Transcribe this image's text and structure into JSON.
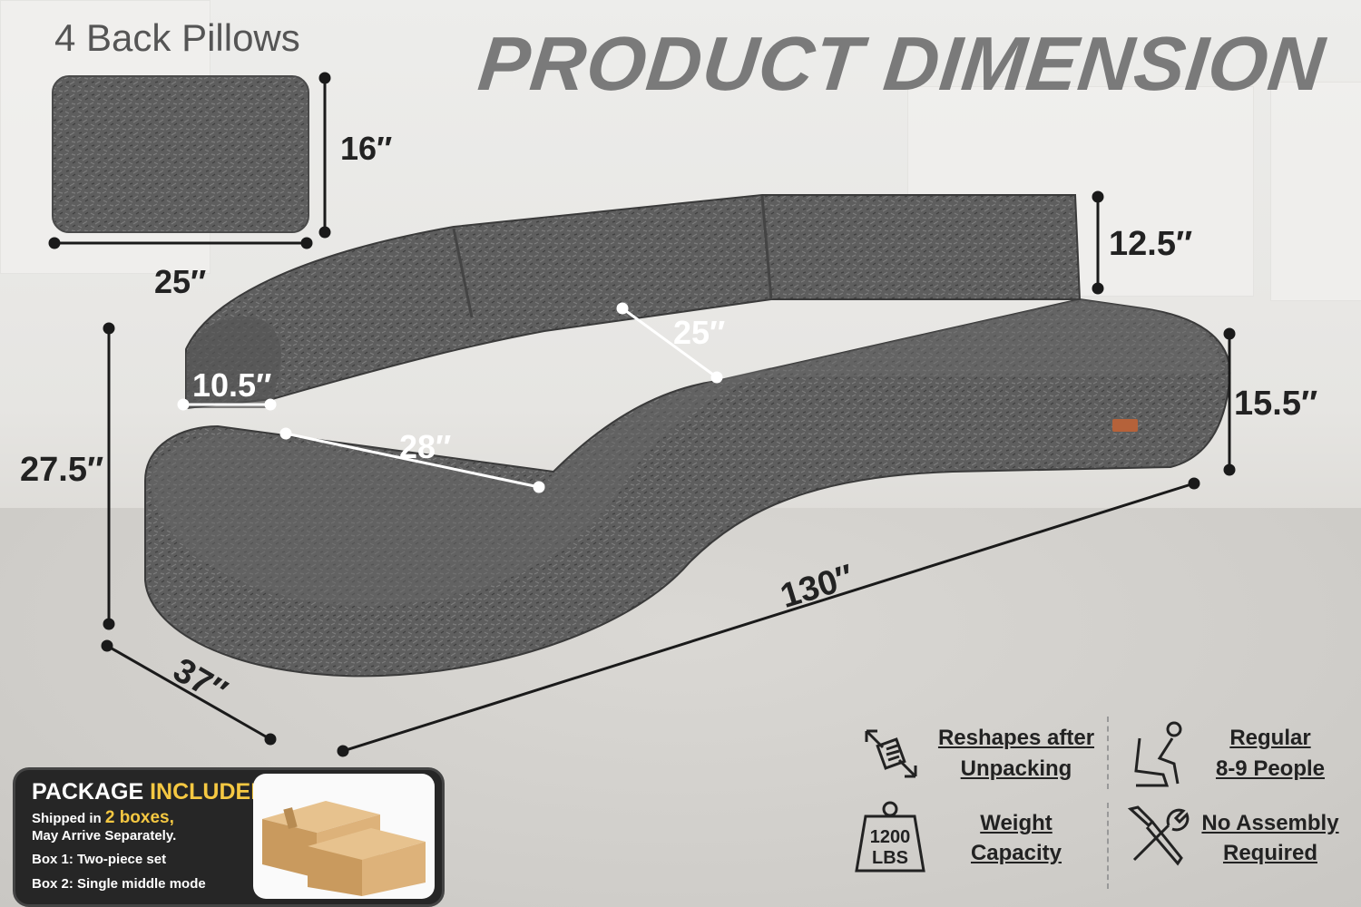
{
  "title": "PRODUCT DIMENSION",
  "pillows": {
    "heading": "4 Back Pillows",
    "height": "16″",
    "width": "25″"
  },
  "dimensions": {
    "back_height": "12.5″",
    "seat_depth_right": "25″",
    "arm_width": "10.5″",
    "seat_depth_left": "28″",
    "seat_height": "15.5″",
    "total_height": "27.5″",
    "total_length": "130″",
    "depth": "37″"
  },
  "package": {
    "heading_main": "PACKAGE ",
    "heading_highlight": "INCLUDED",
    "line1_prefix": "Shipped in ",
    "line1_highlight": "2 boxes,",
    "line2": "May Arrive Separately.",
    "line3": "Box 1: Two-piece set",
    "line4": "Box 2: Single middle mode"
  },
  "features": [
    {
      "icon": "reshape-arrows-icon",
      "line1": "Reshapes after",
      "line2": "Unpacking"
    },
    {
      "icon": "seated-person-icon",
      "line1": "Regular",
      "line2": "8-9 People"
    },
    {
      "icon": "weight-icon",
      "icon_text_top": "1200",
      "icon_text_bottom": "LBS",
      "line1": "Weight",
      "line2": "Capacity"
    },
    {
      "icon": "wrench-screwdriver-icon",
      "line1": "No Assembly",
      "line2": "Required"
    }
  ],
  "colors": {
    "sofa": "#5b5b5b",
    "sofa_dark": "#3e3e3e",
    "title": "#7a7a7a",
    "package_bg": "#262626",
    "highlight": "#f5c842"
  }
}
